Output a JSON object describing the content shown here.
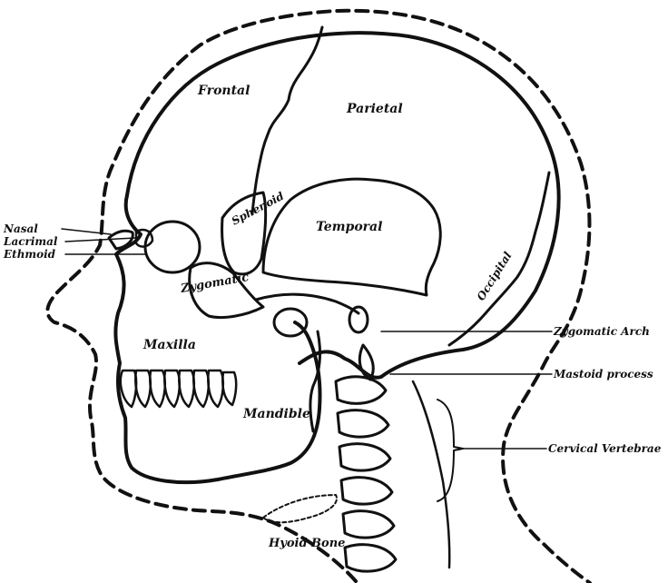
{
  "labels": {
    "frontal": "Frontal",
    "parietal": "Parietal",
    "sphenoid": "Sphenoid",
    "temporal": "Temporal",
    "occipital": "Occipital",
    "zygomatic": "Zygomatic",
    "maxilla": "Maxilla",
    "mandible": "Mandible",
    "nasal": "Nasal",
    "lacrimal": "Lacrimal",
    "ethmoid": "Ethmoid",
    "zygomatic_arch": "Zygomatic Arch",
    "mastoid_process": "Mastoid process",
    "cervical_vertebrae": "Cervical Vertebrae",
    "hyoid_bone": "Hyoid Bone"
  },
  "colors": {
    "ink": "#111111",
    "paper": "#ffffff"
  }
}
